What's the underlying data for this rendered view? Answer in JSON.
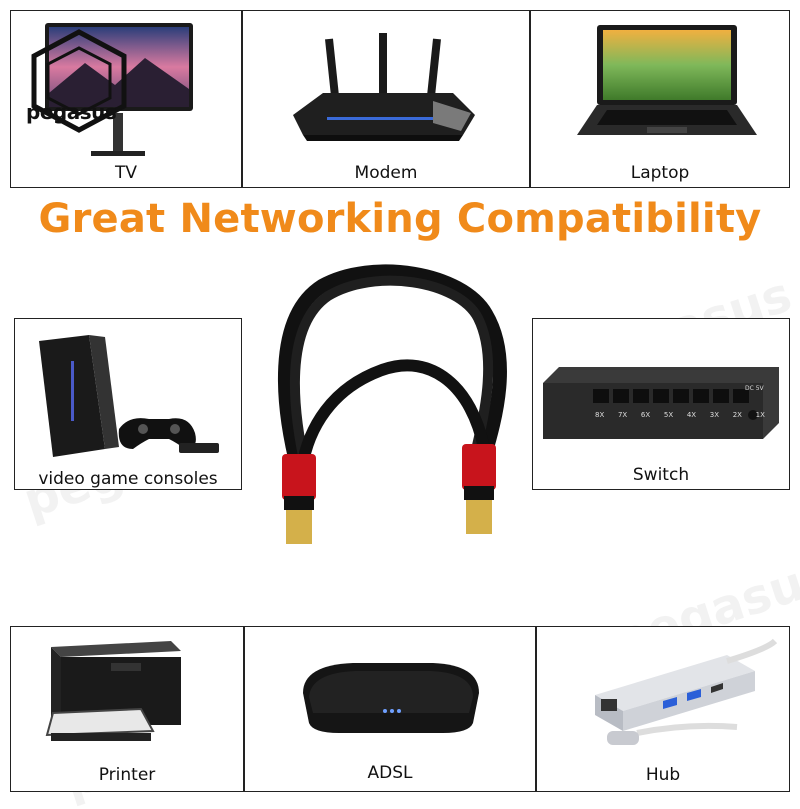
{
  "brand": {
    "name": "pegasus",
    "watermark": "pegasus"
  },
  "headline": "Great Networking Compatibility",
  "devices": {
    "tv": "TV",
    "modem": "Modem",
    "laptop": "Laptop",
    "consoles": "video game consoles",
    "switch": "Switch",
    "printer": "Printer",
    "adsl": "ADSL",
    "hub": "Hub"
  },
  "switch_ports": [
    "8X",
    "7X",
    "6X",
    "5X",
    "4X",
    "3X",
    "2X",
    "1X"
  ],
  "switch_dc": "DC 5V",
  "colors": {
    "headline": "#f08a1a",
    "connector": "#c8141c",
    "plug": "#d4b04a"
  }
}
